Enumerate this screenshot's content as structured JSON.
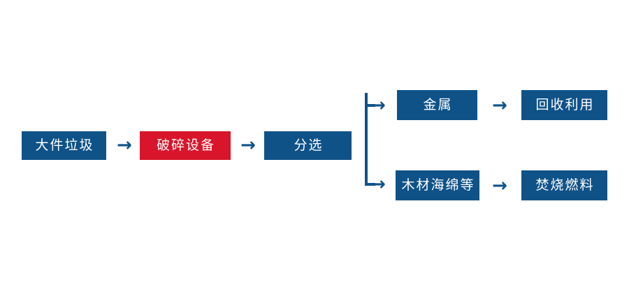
{
  "diagram": {
    "type": "process-flowchart",
    "title": "",
    "orientation": "left-to-right",
    "colors": {
      "primary": "#0F5288",
      "accent": "#D9152B",
      "text_on_fill": "#FFFFFF",
      "background": "#FFFFFF",
      "connector": "#0F5288"
    },
    "main_stage_labels": {
      "input": "大件垃圾",
      "shredder": "破碎设备",
      "sorting": "分选"
    },
    "branch_top_labels": {
      "material": "金属",
      "outcome": "回收利用"
    },
    "branch_bottom_labels": {
      "material": "木材海绵等",
      "outcome": "焚烧燃料"
    },
    "arrow_glyph": "→",
    "nodes": [
      {
        "id": "input",
        "label": "大件垃圾",
        "fill": "primary",
        "row": "main"
      },
      {
        "id": "shredder",
        "label": "破碎设备",
        "fill": "accent",
        "row": "main"
      },
      {
        "id": "sorting",
        "label": "分选",
        "fill": "primary",
        "row": "main"
      },
      {
        "id": "metal",
        "label": "金属",
        "fill": "primary",
        "row": "branch-top"
      },
      {
        "id": "recycle",
        "label": "回收利用",
        "fill": "primary",
        "row": "branch-top"
      },
      {
        "id": "wood-sponge-etc",
        "label": "木材海绵等",
        "fill": "primary",
        "row": "branch-bottom"
      },
      {
        "id": "incineration-fuel",
        "label": "焚烧燃料",
        "fill": "primary",
        "row": "branch-bottom"
      }
    ],
    "edges": [
      {
        "from": "input",
        "to": "shredder",
        "style": "arrow"
      },
      {
        "from": "shredder",
        "to": "sorting",
        "style": "arrow"
      },
      {
        "from": "sorting",
        "to": "metal",
        "style": "branch-arrow"
      },
      {
        "from": "sorting",
        "to": "wood-sponge-etc",
        "style": "branch-arrow"
      },
      {
        "from": "metal",
        "to": "recycle",
        "style": "arrow"
      },
      {
        "from": "wood-sponge-etc",
        "to": "incineration-fuel",
        "style": "arrow"
      }
    ]
  }
}
